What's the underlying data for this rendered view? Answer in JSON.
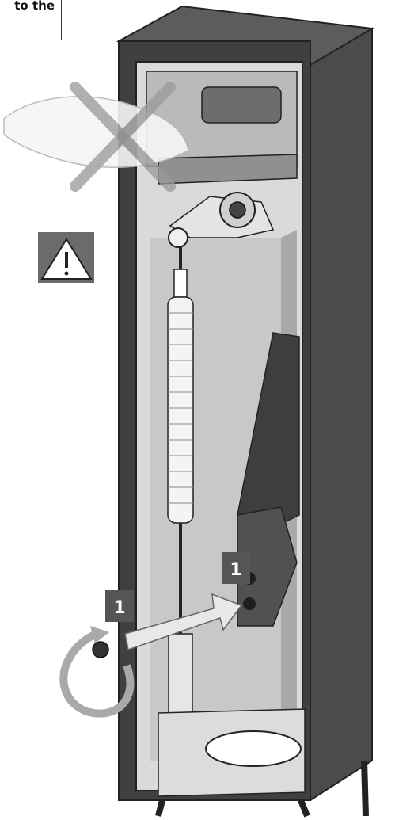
{
  "caption": {
    "text": "to the"
  },
  "callouts": {
    "step_left": "1",
    "step_right": "1"
  },
  "icons": {
    "warning": "warning-triangle-icon",
    "prohibited_hand": "crossed-hand-icon",
    "rotate": "rotate-arrow-icon",
    "insert_arrow": "arrow-right-icon"
  },
  "colors": {
    "cabinet_dark": "#4a4b4d",
    "cabinet_inner": "#cfd0d1",
    "badge": "#555555",
    "cross": "#9a9a9a"
  }
}
